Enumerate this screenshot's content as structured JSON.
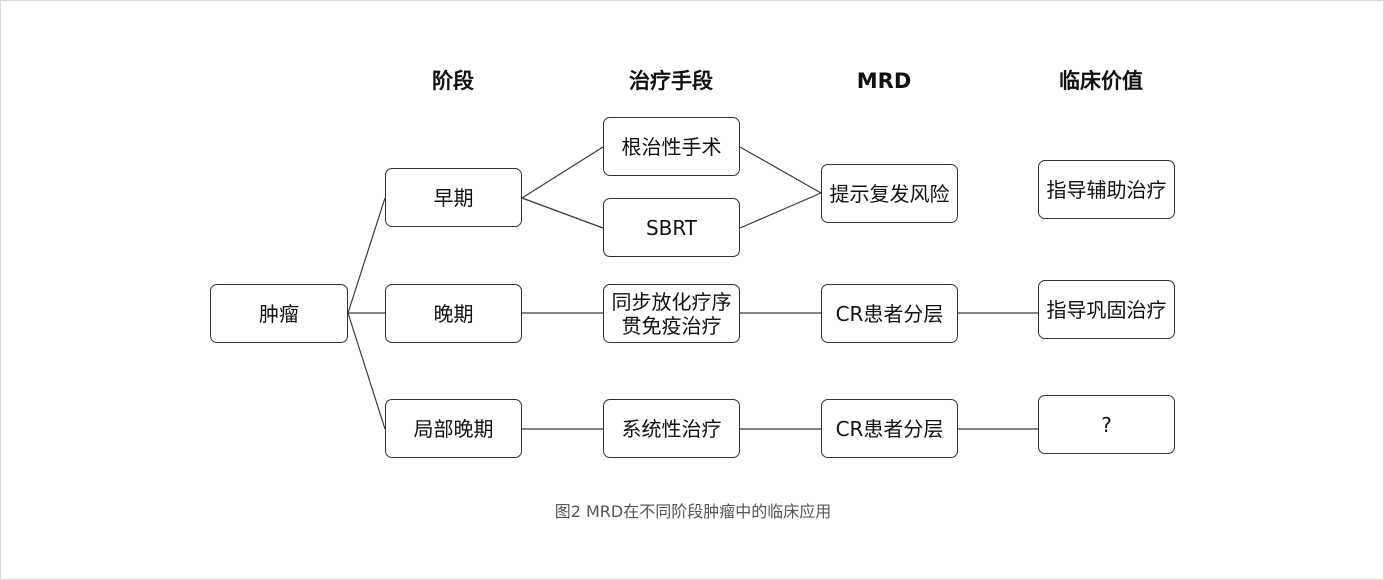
{
  "headers": {
    "stage": "阶段",
    "treatment": "治疗手段",
    "mrd": "MRD",
    "clinical_value": "临床价值"
  },
  "nodes": {
    "root": "肿瘤",
    "stage_early": "早期",
    "stage_advanced": "晚期",
    "stage_locally_advanced": "局部晚期",
    "treatment_surgery": "根治性手术",
    "treatment_sbrt": "SBRT",
    "treatment_chemoradio": "同步放化疗序\n贯免疫治疗",
    "treatment_systemic": "系统性治疗",
    "mrd_recurrence": "提示复发风险",
    "mrd_cr_1": "CR患者分层",
    "mrd_cr_2": "CR患者分层",
    "value_adjuvant": "指导辅助治疗",
    "value_consolidation": "指导巩固治疗",
    "value_unknown": "?"
  },
  "caption": "图2  MRD在不同阶段肿瘤中的临床应用"
}
